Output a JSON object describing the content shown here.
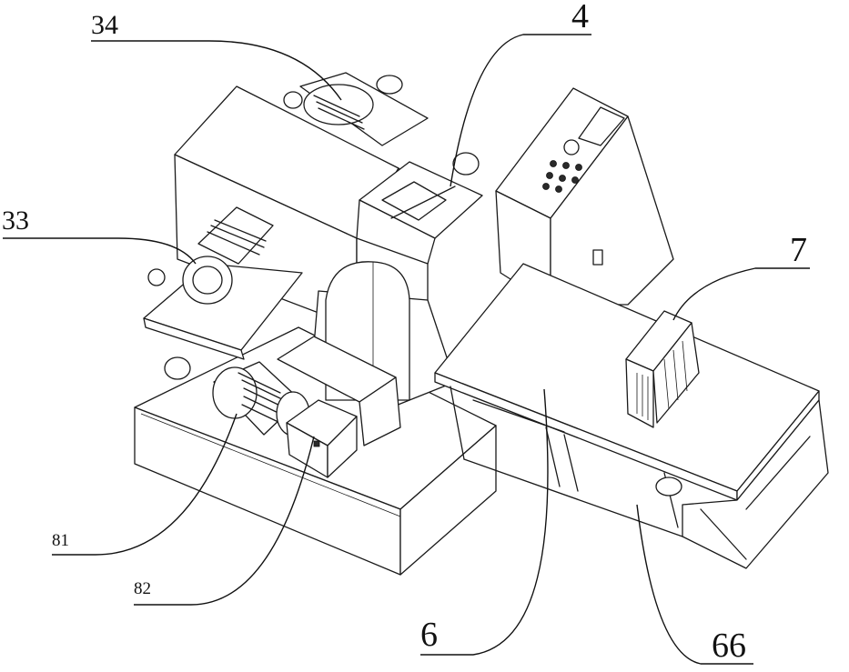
{
  "labels": {
    "l34": "34",
    "l4": "4",
    "l33": "33",
    "l7": "7",
    "l81": "81",
    "l82": "82",
    "l6": "6",
    "l66": "66"
  },
  "colors": {
    "line": "#1a1a1a",
    "background": "#ffffff",
    "fill_dark": "#2a2a2a"
  }
}
